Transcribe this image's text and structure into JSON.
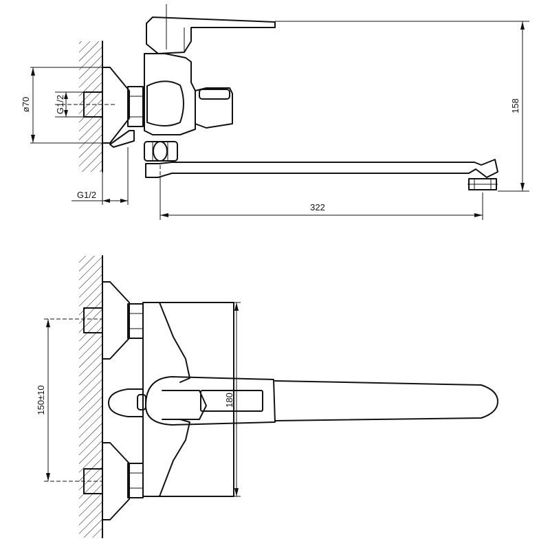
{
  "dimensions": {
    "diameter": "ø70",
    "thread_inlet": "G1/2",
    "thread_wall": "G1/2",
    "spout_reach": "322",
    "height": "158",
    "center_distance": "150±10",
    "body_height": "180"
  }
}
